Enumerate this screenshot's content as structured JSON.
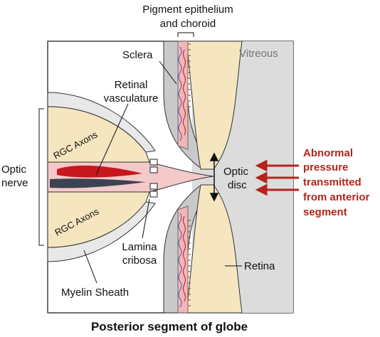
{
  "title": "Posterior segment of globe",
  "labels": {
    "pigment_line1": "Pigment epithelium",
    "pigment_line2": "and choroid",
    "sclera": "Sclera",
    "vitreous": "Vitreous",
    "retinal_vasc_line1": "Retinal",
    "retinal_vasc_line2": "vasculature",
    "rgc_axons_top": "RGC Axons",
    "rgc_axons_bottom": "RGC Axons",
    "optic_nerve_line1": "Optic",
    "optic_nerve_line2": "nerve",
    "optic_disc_line1": "Optic",
    "optic_disc_line2": "disc",
    "lamina_line1": "Lamina",
    "lamina_line2": "cribosa",
    "retina": "Retina",
    "myelin": "Myelin Sheath"
  },
  "pressure_text": [
    "Abnormal",
    "pressure",
    "transmitted",
    "from anterior",
    "segment"
  ],
  "colors": {
    "axon_fill": "#f5e6c0",
    "sclera_fill": "#c9c9c9",
    "vitreous_fill": "#dcdcdc",
    "choroid_fill": "#f2b6b6",
    "artery": "#c8161d",
    "vein": "#3b4250",
    "arrow_red": "#b5241c",
    "pink_sheath": "#f3c9c9"
  }
}
